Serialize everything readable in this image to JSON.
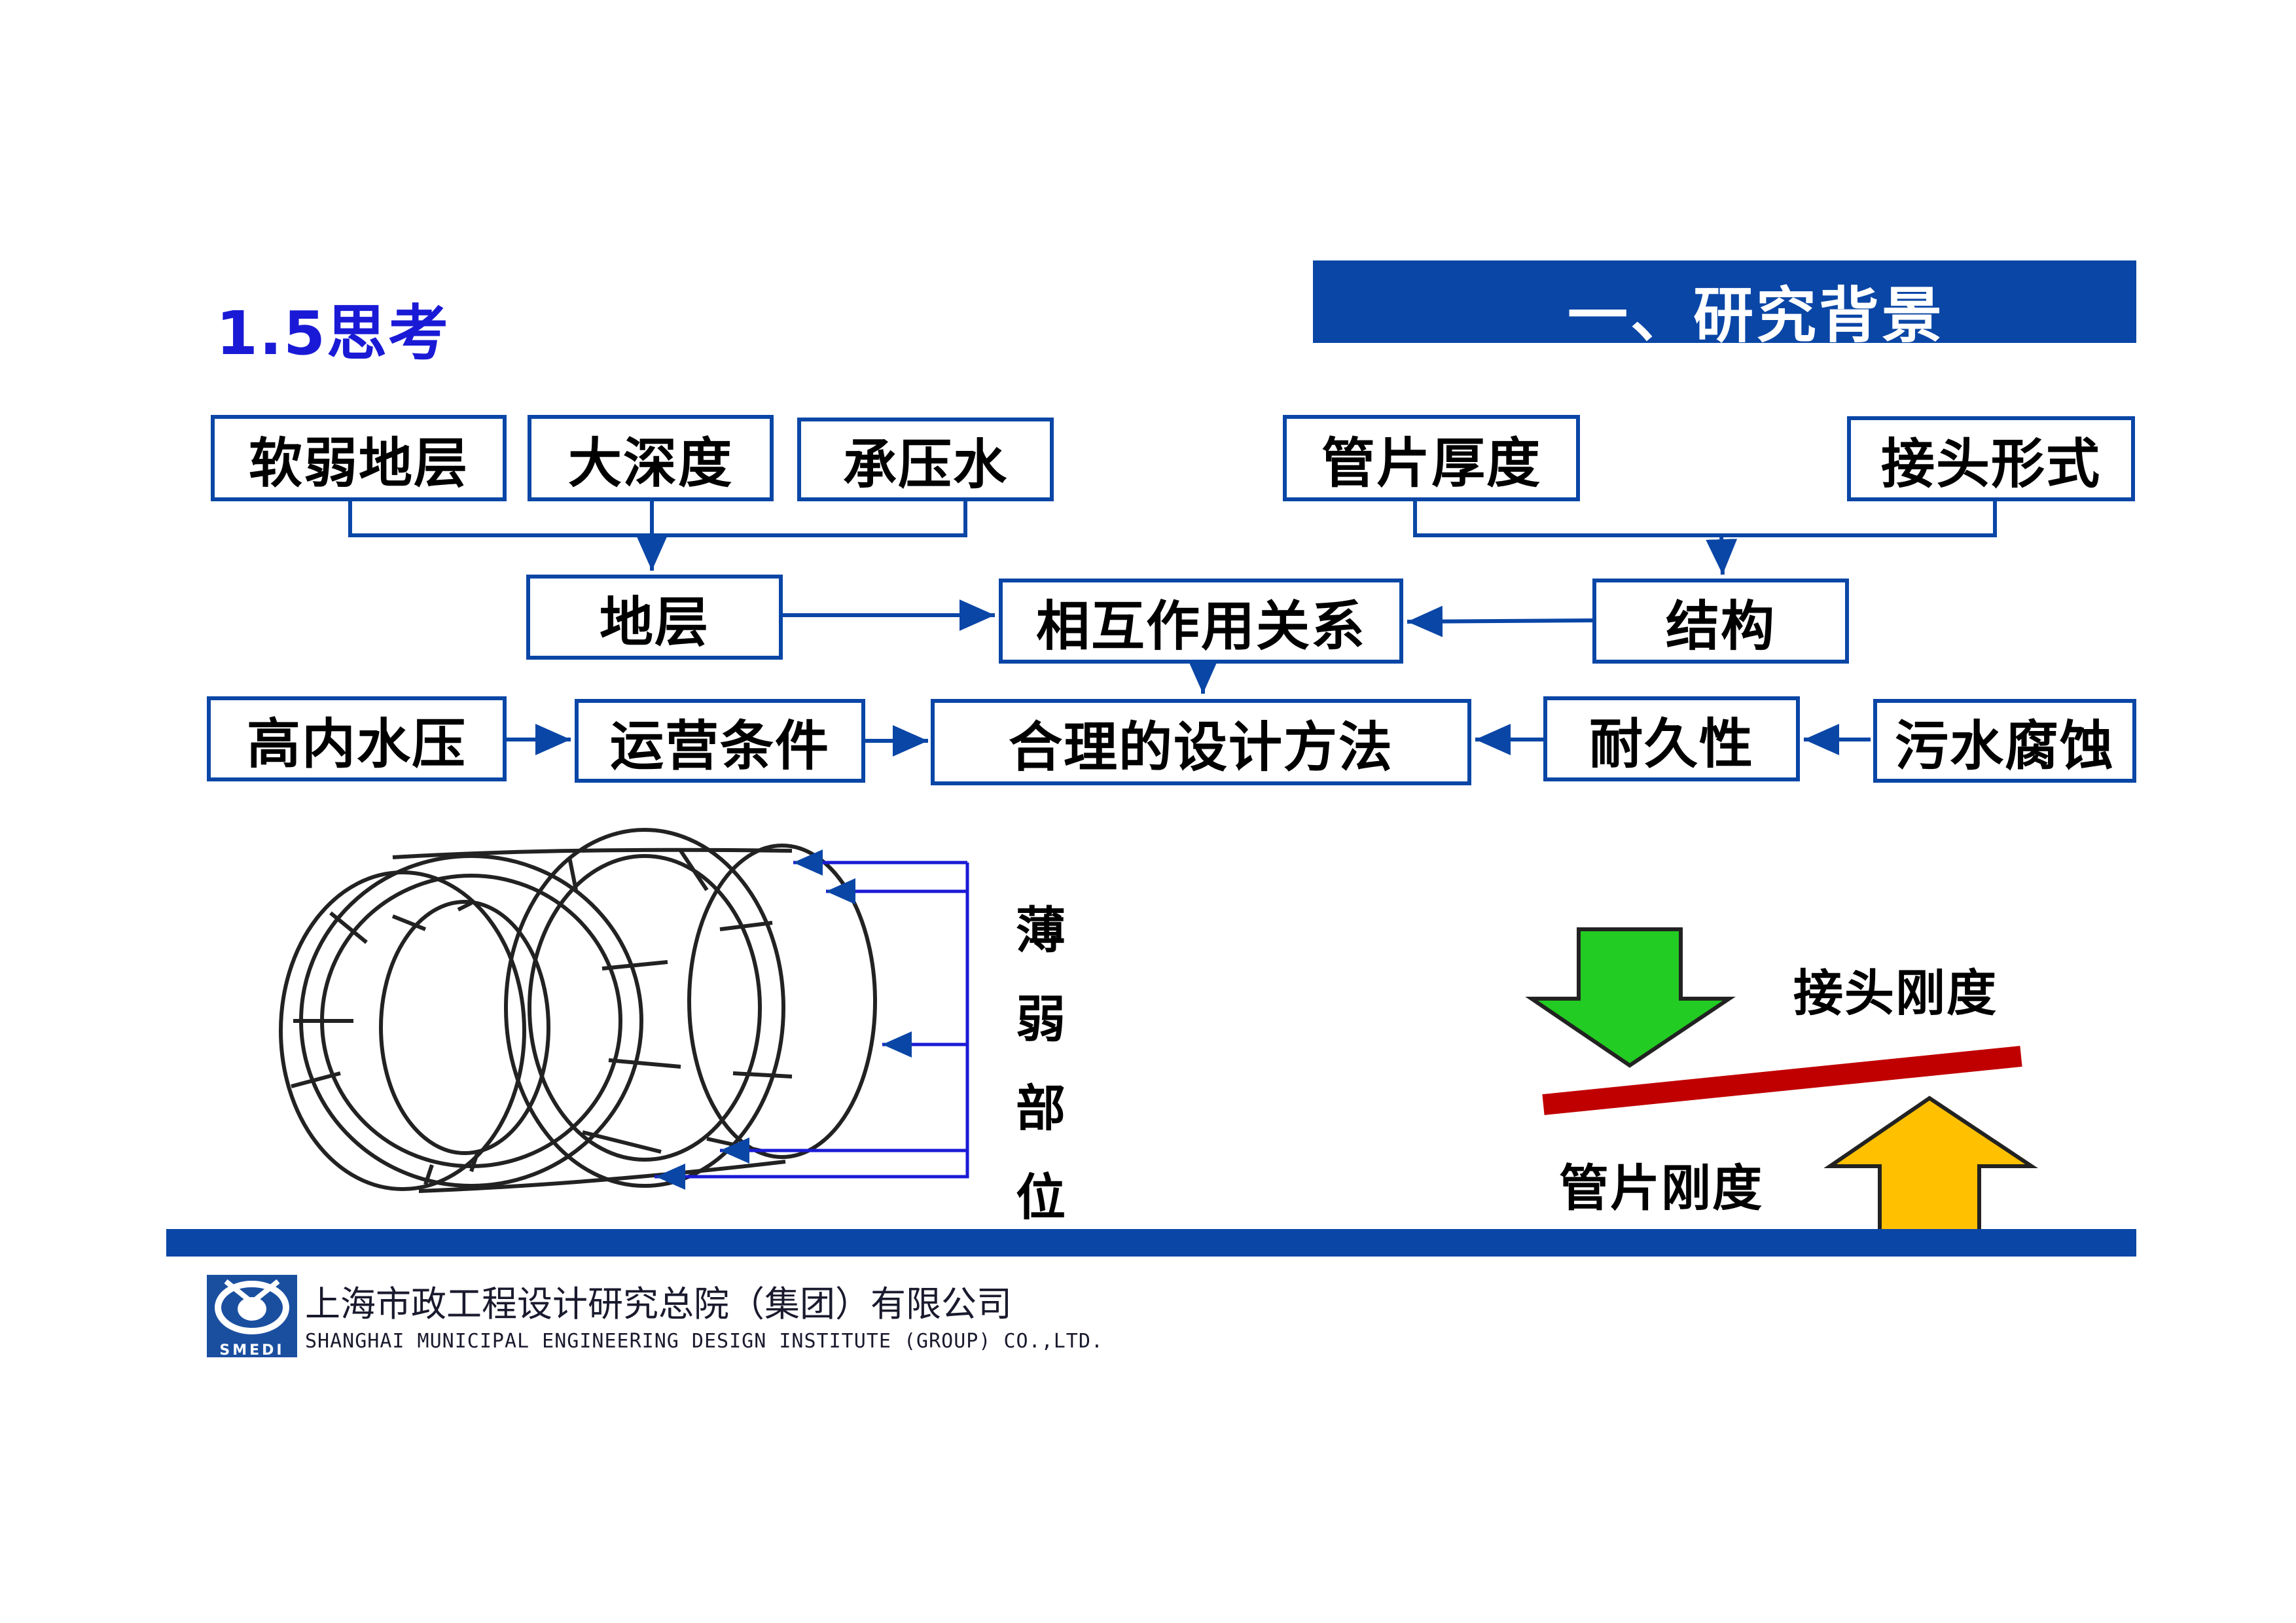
{
  "section_title": "1.5思考",
  "header": {
    "title": "一、研究背景"
  },
  "boxes": {
    "soft_layer": "软弱地层",
    "great_depth": "大深度",
    "confined_water": "承压水",
    "segment_thickness": "管片厚度",
    "joint_form": "接头形式",
    "stratum": "地层",
    "interaction": "相互作用关系",
    "structure": "结构",
    "high_internal_pressure": "高内水压",
    "operating_conditions": "运营条件",
    "design_method": "合理的设计方法",
    "durability": "耐久性",
    "sewage_corrosion": "污水腐蚀"
  },
  "weak_part": {
    "chars": [
      "薄",
      "弱",
      "部",
      "位"
    ]
  },
  "stiffness": {
    "joint_label": "接头刚度",
    "segment_label": "管片刚度",
    "colors": {
      "down_arrow": "#22cc22",
      "up_arrow": "#ffc000",
      "beam": "#c00000"
    }
  },
  "footer": {
    "company_cn": "上海市政工程设计研究总院（集团）有限公司",
    "company_en": "SHANGHAI MUNICIPAL ENGINEERING DESIGN INSTITUTE (GROUP) CO.,LTD.",
    "logo_text": "SMEDI"
  },
  "colors": {
    "brand_blue": "#0a46a6",
    "title_blue": "#1a1ad6"
  }
}
